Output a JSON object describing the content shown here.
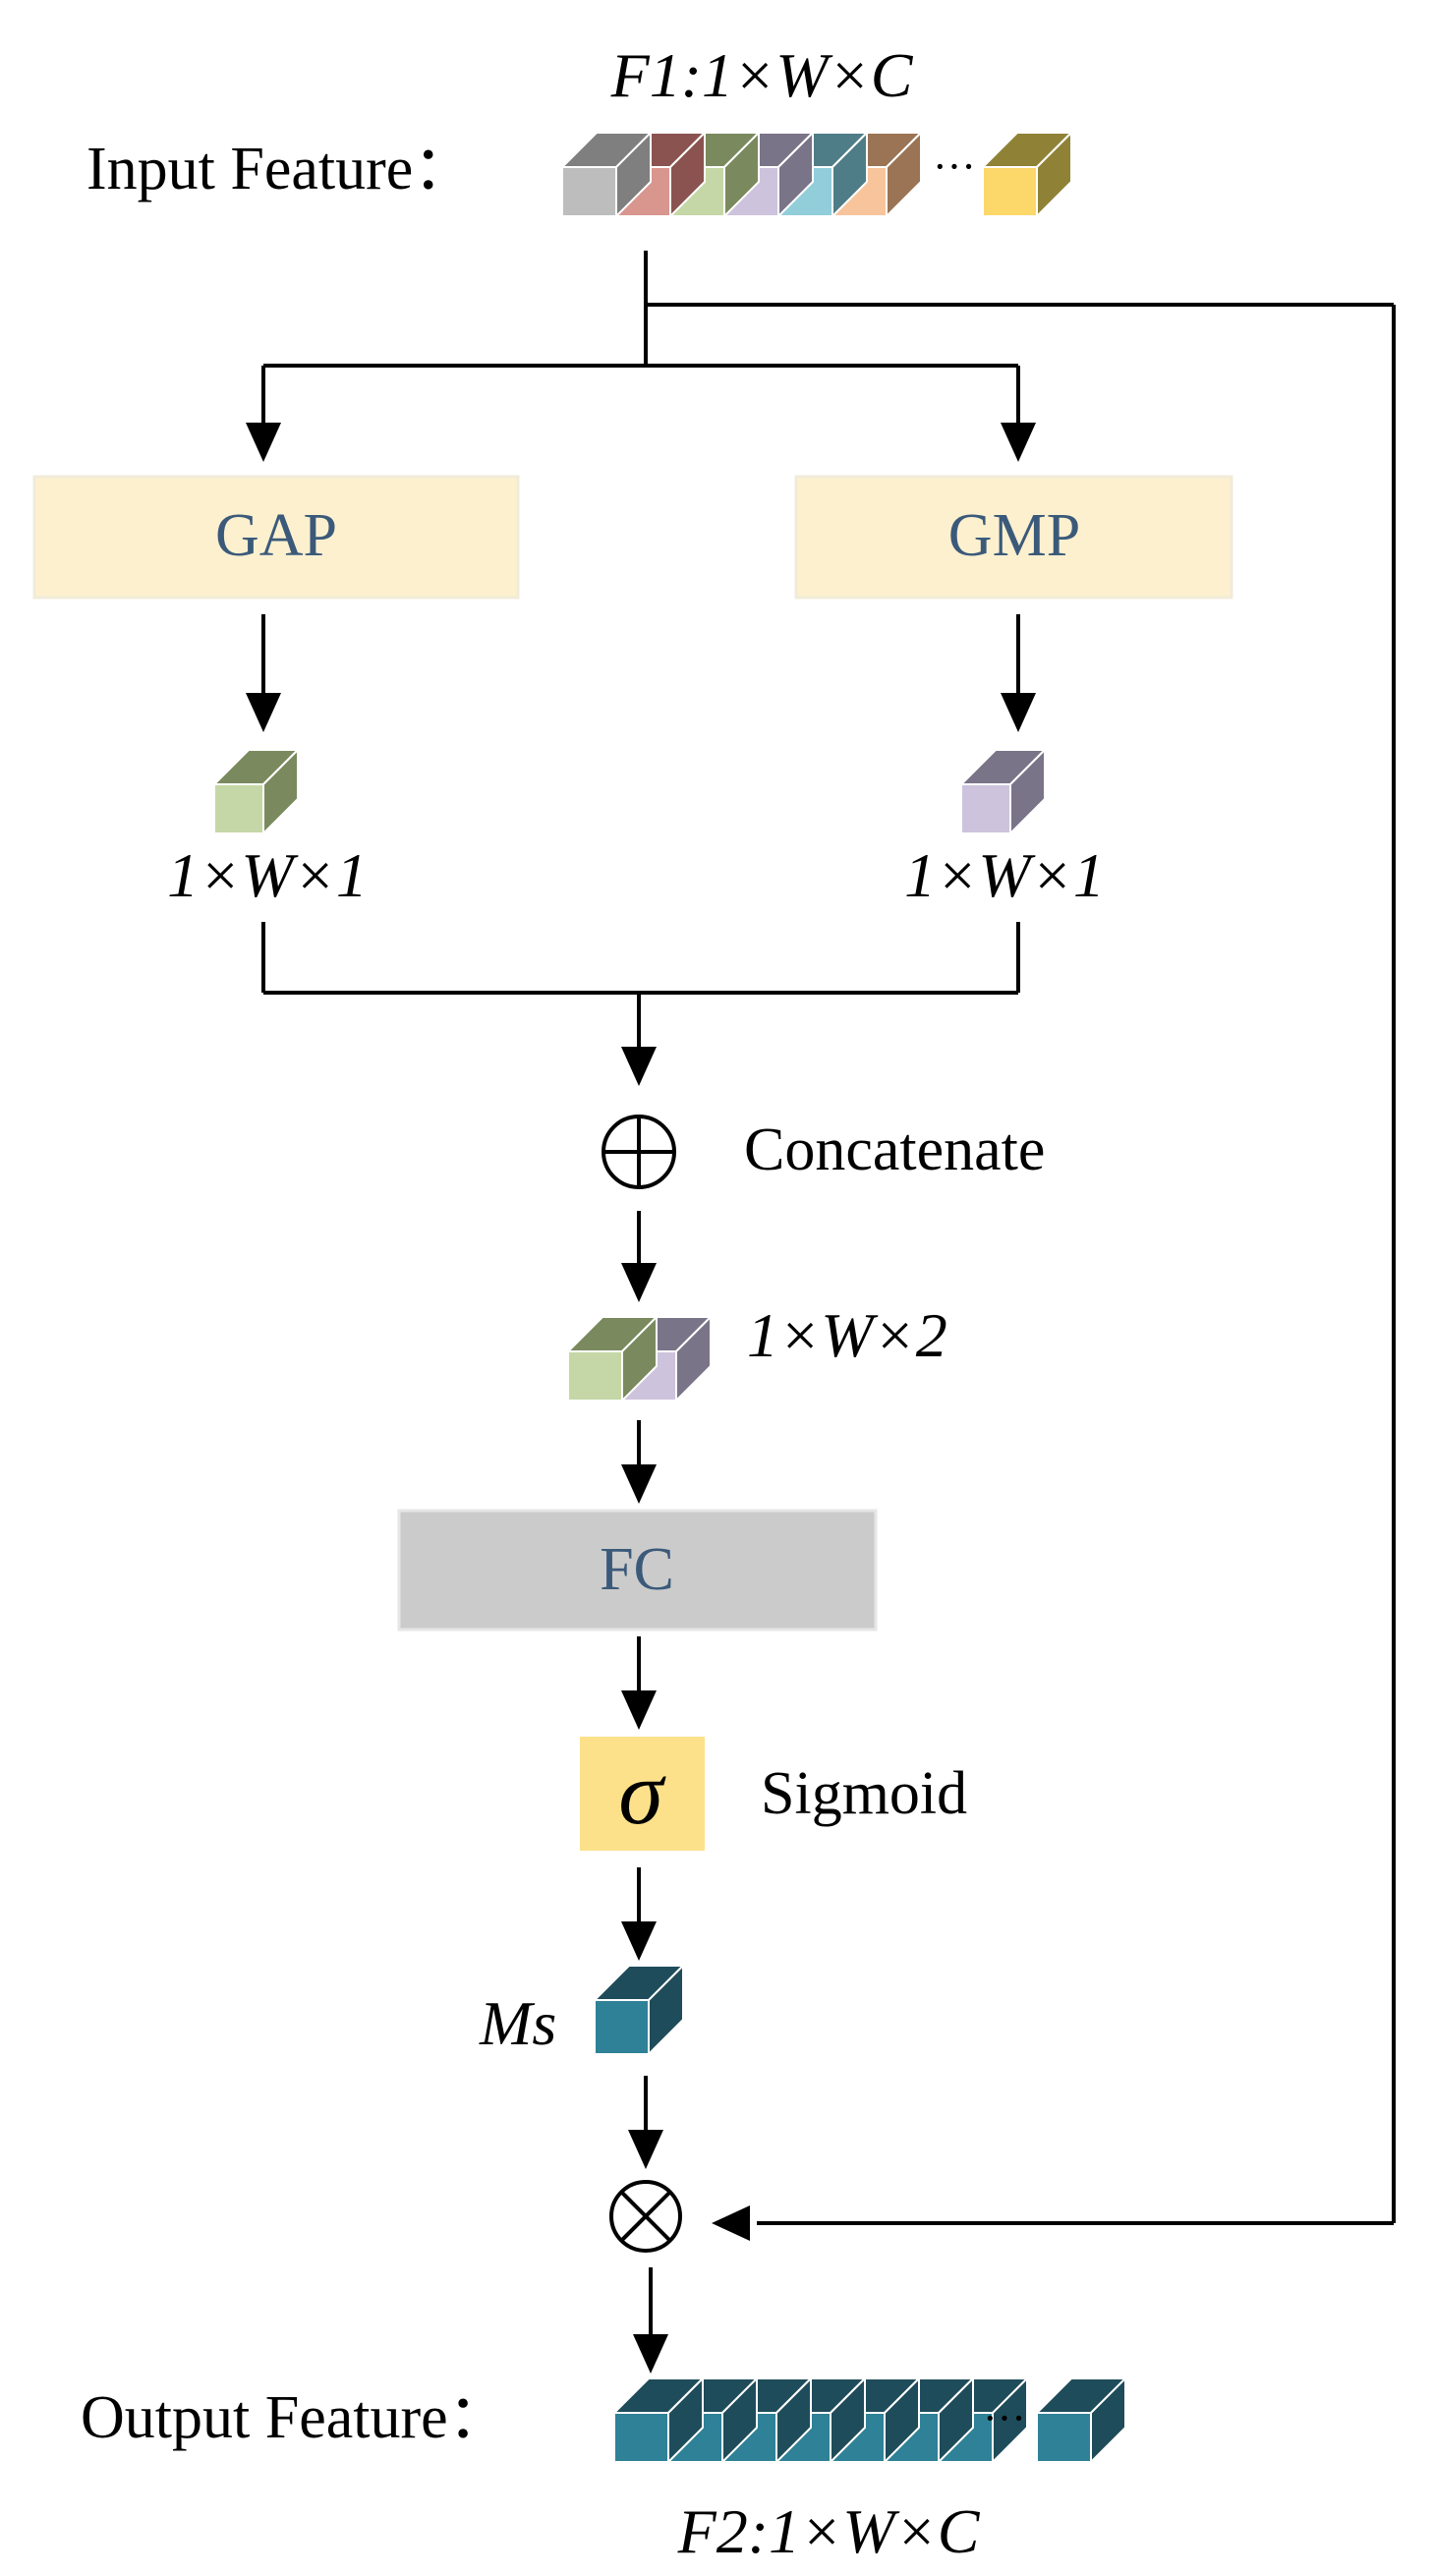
{
  "input": {
    "label": "Input Feature：",
    "dims": "F1:1×W×C",
    "ellipsis": "···",
    "cube_colors": [
      {
        "front": "#bdbdbd",
        "top": "#7f7f7f"
      },
      {
        "front": "#d9968f",
        "top": "#8a5350"
      },
      {
        "front": "#c5d7a6",
        "top": "#7a8a5e"
      },
      {
        "front": "#cdc3dc",
        "top": "#7a7488"
      },
      {
        "front": "#92cdda",
        "top": "#4f7d87"
      },
      {
        "front": "#f8c49c",
        "top": "#9a7454"
      }
    ],
    "last_cube_color": {
      "front": "#fcd76a",
      "top": "#8f8236"
    }
  },
  "gap": {
    "label": "GAP",
    "dims": "1×W×1",
    "cube": {
      "front": "#c5d7a6",
      "top": "#7a8a5e"
    }
  },
  "gmp": {
    "label": "GMP",
    "dims": "1×W×1",
    "cube": {
      "front": "#cdc3dc",
      "top": "#7a7488"
    }
  },
  "concat": {
    "label": "Concatenate",
    "symbol": "⊕",
    "dims": "1×W×2"
  },
  "fc": {
    "label": "FC"
  },
  "sigmoid": {
    "symbol": "σ",
    "label": "Sigmoid"
  },
  "ms": {
    "label": "Ms"
  },
  "multiply": {
    "symbol": "⊗"
  },
  "output": {
    "label": "Output Feature：",
    "dims": "F2:1×W×C",
    "ellipsis": "···",
    "cube_color": {
      "front": "#2e8196",
      "top": "#1f4c5a"
    }
  },
  "colors": {
    "box_fill": "#fdf0cf",
    "box_stroke": "#f1ebd9",
    "fc_fill": "#cbcbcb",
    "fc_stroke": "#e6e6e6",
    "sigma_fill": "#fde08a",
    "box_text": "#3b5a7a",
    "arrow": "#000000"
  }
}
